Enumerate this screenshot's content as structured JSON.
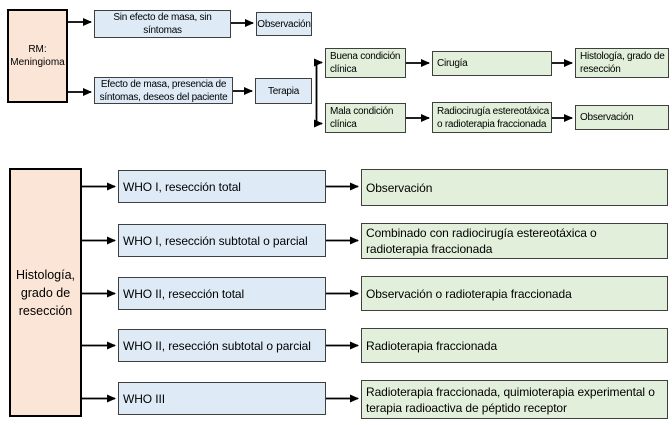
{
  "colors": {
    "node_pink": "#FBE5D6",
    "node_blue": "#DEEBF7",
    "node_green": "#E2EFDA",
    "border_dark": "#3F3F3F",
    "arrow": "#000000"
  },
  "top": {
    "rm": "RM:\nMeningioma",
    "sin_efecto": "Sin efecto de masa, sin\nsíntomas",
    "observacion_1": "Observación",
    "efecto_masa": "Efecto de masa, presencia de\nsíntomas, deseos del paciente",
    "terapia": "Terapia",
    "buena_condicion": "Buena condición\nclínica",
    "cirugia": "Cirugía",
    "histologia_grado": "Histología, grado de\nresección",
    "mala_condicion": "Mala condición\nclínica",
    "radiocirugia": "Radiocirugía estereotáxica\no radioterapia fraccionada",
    "observacion_2": "Observación"
  },
  "bottom": {
    "histologia": "Histología,\ngrado de\nresección",
    "rows": [
      {
        "grade": "WHO I, resección total",
        "treatment": "Observación"
      },
      {
        "grade": "WHO I, resección subtotal o parcial",
        "treatment": "Combinado con radiocirugía estereotáxica o\nradioterapia fraccionada"
      },
      {
        "grade": "WHO II, resección total",
        "treatment": "Observación o radioterapia fraccionada"
      },
      {
        "grade": "WHO II, resección subtotal o parcial",
        "treatment": "Radioterapia fraccionada"
      },
      {
        "grade": "WHO III",
        "treatment": "Radioterapia fraccionada, quimioterapia experimental o\nterapia radioactiva de péptido receptor"
      }
    ]
  }
}
